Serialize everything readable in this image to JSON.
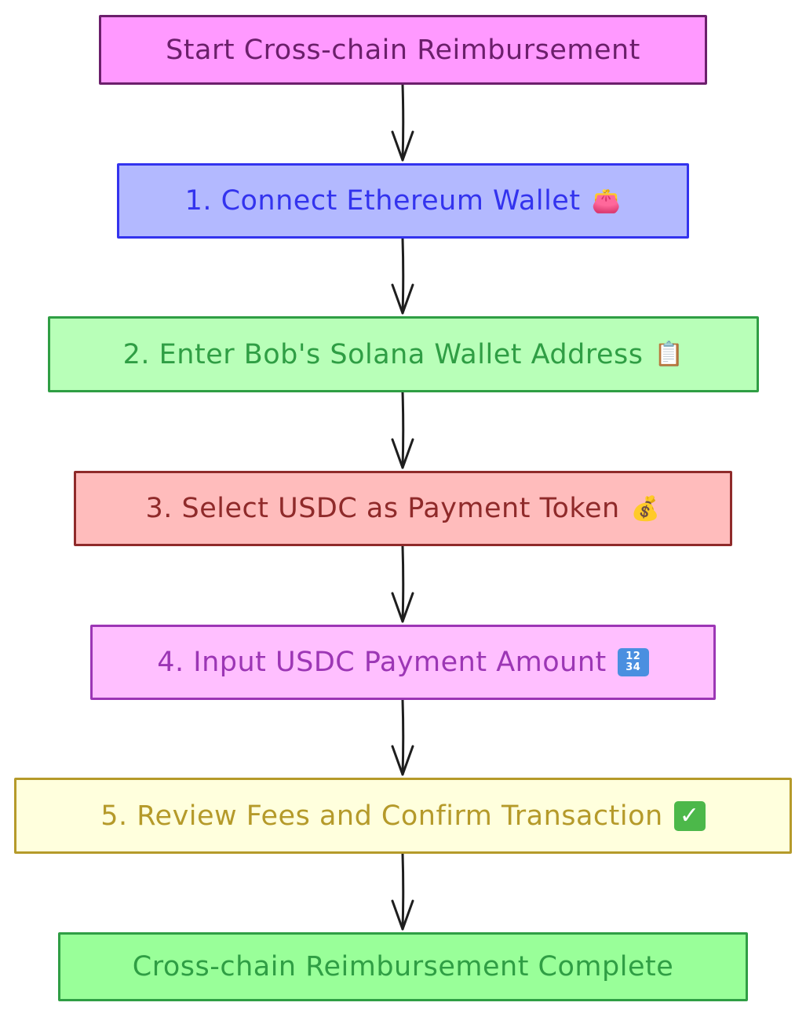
{
  "diagram": {
    "nodes": [
      {
        "id": "start",
        "label": "Start Cross-chain Reimbursement",
        "emoji": "",
        "fill": "#ff99ff",
        "stroke": "#6b1f6b",
        "text": "#6b1f6b"
      },
      {
        "id": "step1",
        "label": "1. Connect Ethereum Wallet",
        "emoji": "👛",
        "fill": "#b3b9ff",
        "stroke": "#3333ee",
        "text": "#3333ee"
      },
      {
        "id": "step2",
        "label": "2. Enter Bob's Solana Wallet Address",
        "emoji": "📋",
        "fill": "#b8ffb8",
        "stroke": "#2f9e44",
        "text": "#2f9e44"
      },
      {
        "id": "step3",
        "label": "3. Select USDC as Payment Token",
        "emoji": "💰",
        "fill": "#ffbcbc",
        "stroke": "#8f2a2a",
        "text": "#8f2a2a"
      },
      {
        "id": "step4",
        "label": "4. Input USDC Payment Amount",
        "emoji": "🔢",
        "fill": "#ffbfff",
        "stroke": "#9c36b5",
        "text": "#9c36b5"
      },
      {
        "id": "step5",
        "label": "5. Review Fees and Confirm Transaction",
        "emoji": "✅",
        "fill": "#ffffdd",
        "stroke": "#b59a2a",
        "text": "#b59a2a"
      },
      {
        "id": "end",
        "label": "Cross-chain Reimbursement Complete",
        "emoji": "",
        "fill": "#99ff99",
        "stroke": "#2f9e44",
        "text": "#2f9e44"
      }
    ],
    "edges": [
      {
        "from": "start",
        "to": "step1"
      },
      {
        "from": "step1",
        "to": "step2"
      },
      {
        "from": "step2",
        "to": "step3"
      },
      {
        "from": "step3",
        "to": "step4"
      },
      {
        "from": "step4",
        "to": "step5"
      },
      {
        "from": "step5",
        "to": "end"
      }
    ],
    "edge_color": "#1e1e1e"
  }
}
